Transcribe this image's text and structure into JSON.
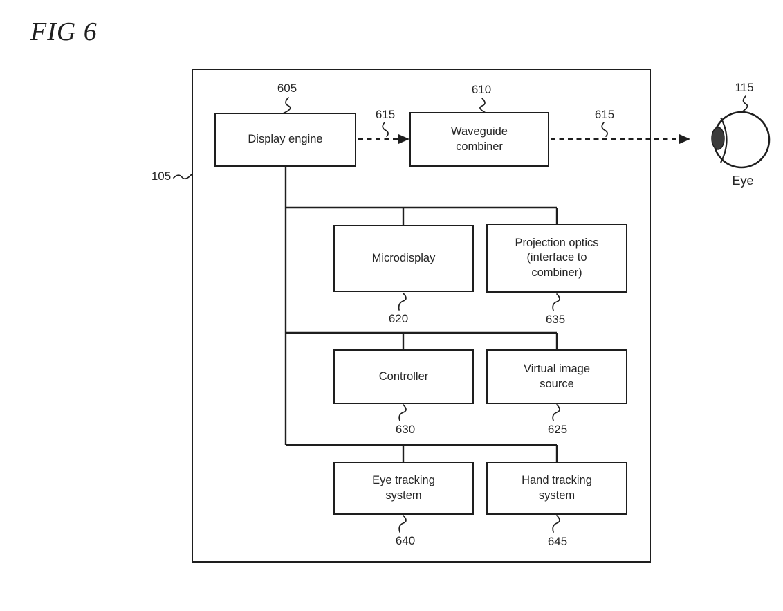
{
  "figure_title": "FIG 6",
  "diagram": {
    "outer_box_ref": "105",
    "boxes": [
      {
        "label": "Display engine",
        "ref": "605"
      },
      {
        "label": "Waveguide\ncombiner",
        "ref": "610"
      },
      {
        "label": "Microdisplay",
        "ref": "620"
      },
      {
        "label": "Projection optics\n(interface to\ncombiner)",
        "ref": "635"
      },
      {
        "label": "Controller",
        "ref": "630"
      },
      {
        "label": "Virtual image\nsource",
        "ref": "625"
      },
      {
        "label": "Eye tracking\nsystem",
        "ref": "640"
      },
      {
        "label": "Hand tracking\nsystem",
        "ref": "645"
      }
    ],
    "arrows": [
      {
        "ref": "615",
        "from": "Display engine",
        "to": "Waveguide combiner"
      },
      {
        "ref": "615",
        "from": "Waveguide combiner",
        "to": "Eye"
      }
    ],
    "eye": {
      "ref": "115",
      "label": "Eye"
    }
  },
  "colors": {
    "line": "#1e1e1e",
    "text": "#262626",
    "background": "#ffffff"
  }
}
